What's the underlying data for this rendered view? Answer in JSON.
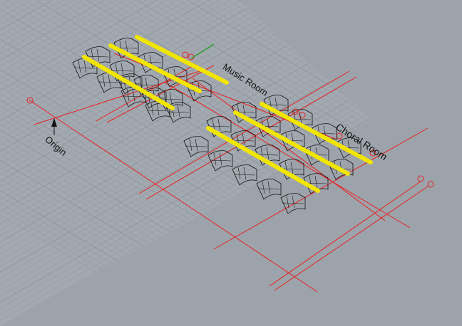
{
  "viewport": {
    "labels": {
      "music_room": "Music Room",
      "choral_room": "Choral Room",
      "origin": "Origin"
    },
    "colors": {
      "background": "#9da3aa",
      "grid": "#8e959c",
      "seat_highlight": "#f2e600",
      "guide_line": "#e82020",
      "axis_y": "#2aa02a"
    }
  }
}
